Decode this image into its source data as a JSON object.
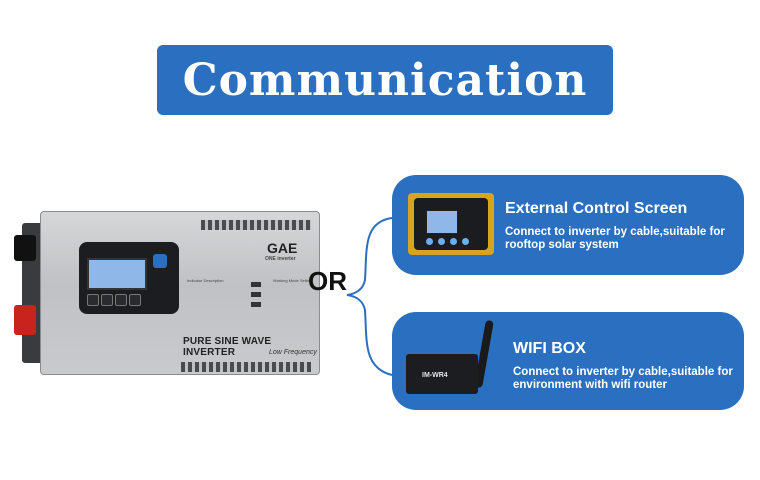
{
  "title": "Communication",
  "separator": "OR",
  "inverter": {
    "brand_logo": "GAE",
    "brand_sub": "ONE inverter",
    "product_name": "PURE SINE WAVE INVERTER",
    "product_sub": "Low Frequency",
    "panel_small_label": "Indicator Description",
    "panel_small_label2": "Working Mode Setting"
  },
  "options": [
    {
      "title": "External Control Screen",
      "description": "Connect to inverter by cable,suitable for rooftop solar system",
      "icon": "control-screen-device"
    },
    {
      "title": "WIFI BOX",
      "description": "Connect to inverter by cable,suitable for environment with wifi router",
      "icon": "wifi-box-device",
      "device_label": "IM-WR4"
    }
  ],
  "colors": {
    "accent": "#2a6fc0",
    "text_on_accent": "#ffffff"
  }
}
